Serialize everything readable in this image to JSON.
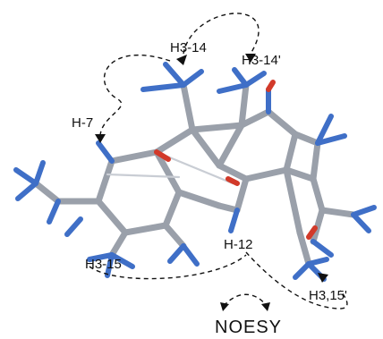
{
  "labels": {
    "h3_14": "H3-14",
    "h3_14p": "H3-14'",
    "h7": "H-7",
    "h3_15": "H3-15",
    "h12": "H-12",
    "h3_15p": "H3,15'"
  },
  "legend": "NOESY",
  "colors": {
    "carbon": "#9aa0aa",
    "hydrogen": "#3f6fc7",
    "oxygen": "#d23a2a",
    "annotation": "#111111"
  }
}
